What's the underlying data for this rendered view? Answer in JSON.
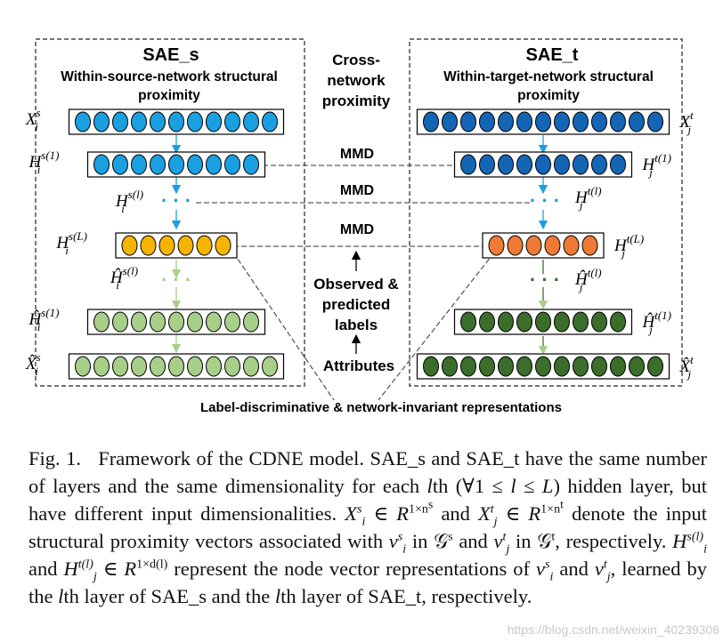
{
  "colors": {
    "blue": "#1aa0e0",
    "dark_blue": "#1565b5",
    "orange_s": "#f5b400",
    "orange_t": "#ee7a35",
    "light_green": "#a8cf8a",
    "dark_green": "#3b6e2a",
    "arrow_blue": "#1aa0e0",
    "arrow_green": "#a8cf8a"
  },
  "source": {
    "title": "SAE_s",
    "subtitle_line1": "Within-source-network structural",
    "subtitle_line2": "proximity",
    "layers": [
      {
        "label": "X",
        "sup": "s",
        "sub": "i",
        "nodes": 11,
        "color": "blue"
      },
      {
        "label": "H",
        "sup": "s(1)",
        "sub": "i",
        "nodes": 9,
        "color": "blue"
      },
      {
        "label": "H",
        "sup": "s(L)",
        "sub": "i",
        "nodes": 6,
        "color": "orange_s"
      },
      {
        "label": "Ĥ",
        "sup": "s(1)",
        "sub": "i",
        "nodes": 9,
        "color": "light_green"
      },
      {
        "label": "X̂",
        "sup": "s",
        "sub": "i",
        "nodes": 11,
        "color": "light_green"
      }
    ],
    "mid_up": {
      "label": "H",
      "sup": "s(l)",
      "sub": "i"
    },
    "mid_down": {
      "label": "Ĥ",
      "sup": "s(l)",
      "sub": "i"
    }
  },
  "target": {
    "title": "SAE_t",
    "subtitle_line1": "Within-target-network structural",
    "subtitle_line2": "proximity",
    "layers": [
      {
        "label": "X",
        "sup": "t",
        "sub": "j",
        "nodes": 13,
        "color": "dark_blue"
      },
      {
        "label": "H",
        "sup": "t(1)",
        "sub": "j",
        "nodes": 9,
        "color": "dark_blue"
      },
      {
        "label": "H",
        "sup": "t(L)",
        "sub": "j",
        "nodes": 6,
        "color": "orange_t"
      },
      {
        "label": "Ĥ",
        "sup": "t(1)",
        "sub": "j",
        "nodes": 9,
        "color": "dark_green"
      },
      {
        "label": "X̂",
        "sup": "t",
        "sub": "j",
        "nodes": 13,
        "color": "dark_green"
      }
    ],
    "mid_up": {
      "label": "H",
      "sup": "t(l)",
      "sub": "j"
    },
    "mid_down": {
      "label": "Ĥ",
      "sup": "t(l)",
      "sub": "j"
    }
  },
  "center": {
    "cross_line1": "Cross-",
    "cross_line2": "network",
    "cross_line3": "proximity",
    "mmd": [
      "MMD",
      "MMD",
      "MMD"
    ],
    "observed_line1": "Observed &",
    "observed_line2": "predicted",
    "observed_line3": "labels",
    "attributes": "Attributes",
    "bottom_label": "Label-discriminative & network-invariant representations"
  },
  "caption": {
    "fig": "Fig. 1.",
    "text1": "Framework of the CDNE model. SAE_s and SAE_t have the same number of layers and the same dimensionality for each ",
    "l1": "l",
    "text2": "th (∀1 ≤ ",
    "l2": "l",
    "text3": " ≤ ",
    "L": "L",
    "text4": ") hidden layer, but have different input dimensionalities. ",
    "Xs": "X",
    "Xs_sup": "s",
    "Xs_sub": "i",
    "in1": " ∈ ",
    "R1": "R",
    "R1_sup": "1×n",
    "R1_supsup": "s",
    "and1": " and ",
    "Xt": "X",
    "Xt_sup": "t",
    "Xt_sub": "j",
    "in2": " ∈ ",
    "R2": "R",
    "R2_sup": "1×n",
    "R2_supsup": "t",
    "text5": " denote the input structural proximity vectors associated with ",
    "vs": "v",
    "vs_sup": "s",
    "vs_sub": "i",
    "in3": " in ",
    "Gs": "𝒢",
    "Gs_sup": "s",
    "text6": " and ",
    "vt": "v",
    "vt_sup": "t",
    "vt_sub": "j",
    "in4": " in ",
    "Gt": "𝒢",
    "Gt_sup": "t",
    "text7": ", respectively. ",
    "Hs": "H",
    "Hs_sup": "s(l)",
    "Hs_sub": "i",
    "and2": " and ",
    "Ht": "H",
    "Ht_sup": "t(l)",
    "Ht_sub": "j",
    "in5": " ∈ ",
    "R3": "R",
    "R3_sup": "1×d(l)",
    "text8": " represent the node vector representations of ",
    "vs2": "v",
    "vs2_sup": "s",
    "vs2_sub": "i",
    "and3": " and ",
    "vt2": "v",
    "vt2_sup": "t",
    "vt2_sub": "j",
    "text9": ", learned by the ",
    "l3": "l",
    "text10": "th layer of SAE_s and the ",
    "l4": "l",
    "text11": "th layer of SAE_t, respectively."
  },
  "watermark": "https://blog.csdn.net/weixin_40239306"
}
